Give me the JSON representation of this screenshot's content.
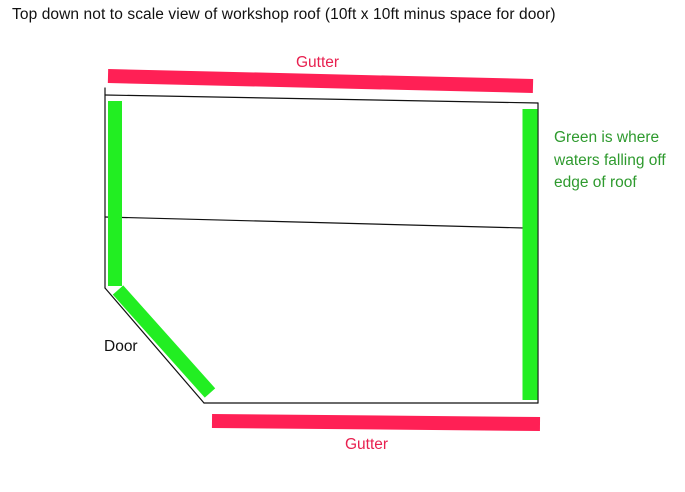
{
  "title": "Top down  not to scale view of workshop roof (10ft x 10ft  minus space for door)",
  "labels": {
    "gutter_top": "Gutter",
    "gutter_bottom": "Gutter",
    "door": "Door",
    "green_note": "Green is where waters falling off edge of roof"
  },
  "colors": {
    "gutter": "#ff2055",
    "water_runoff": "#22ee22",
    "outline": "#111111",
    "note_text": "#2e9a2e",
    "gutter_text": "#e8204f",
    "background": "#ffffff"
  }
}
